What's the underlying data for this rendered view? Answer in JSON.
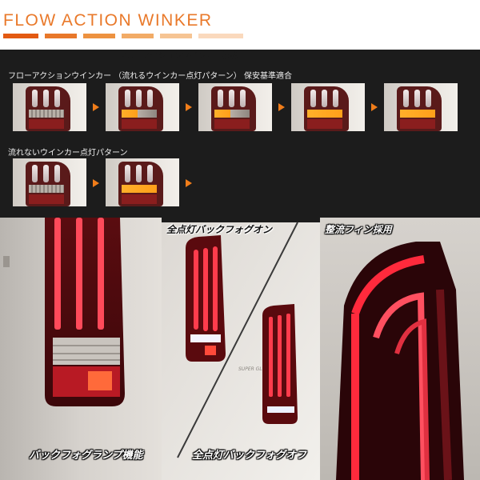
{
  "header": {
    "brand_title": "FLOW ACTION WINKER",
    "brand_bar_colors": [
      "#e35a12",
      "#e8782a",
      "#ed9240",
      "#f2ab66",
      "#f6c493",
      "#fad9bd"
    ]
  },
  "demo": {
    "subtitle": "フローアクションウインカー搭載",
    "flow_caption": "フローアクションウインカー （流れるウインカー点灯パターン） 保安基準適合",
    "static_caption": "流れないウインカー点灯パターン",
    "arrow_color": "#f07d1a",
    "signal_color": "#ffa824"
  },
  "photos": {
    "caption_backfog_lamp": "バックフォグランプ機能",
    "caption_all_on_fog_on": "全点灯バックフォグオン",
    "caption_all_on_fog_off": "全点灯バックフォグオフ",
    "caption_fin": "整流フィン採用",
    "badge_text": "SUPER GL"
  }
}
